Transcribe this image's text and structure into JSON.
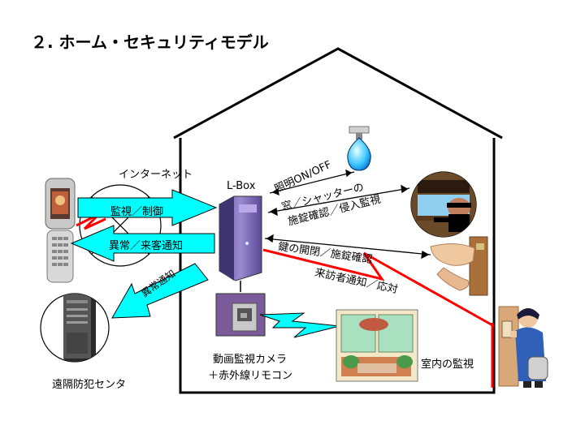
{
  "title": "２. ホーム・セキュリティモデル",
  "labels": {
    "internet": "インターネット",
    "lbox": "L-Box",
    "center": "遠隔防犯センタ",
    "camera_line1": "動画監視カメラ",
    "camera_line2": "＋赤外線リモコン",
    "indoor": "室内の監視"
  },
  "arrows": {
    "monitor_control": "監視／制御",
    "anomaly_visitor": "異常／来客通知",
    "anomaly_notice": "異常通知"
  },
  "links": {
    "lighting": "照明ON/OFF",
    "window_line1": "窓／シャッターの",
    "window_line2": "施錠確認／侵入監視",
    "key": "鍵の開閉／施錠確認",
    "visitor": "来訪者通知／応対"
  },
  "colors": {
    "arrow_fill": "#00ffff",
    "red_line": "#ff0000",
    "house_stroke": "#000000"
  },
  "icons": [
    "mobile-phone-icon",
    "server-tower-icon",
    "lbox-device-icon",
    "lightbulb-icon",
    "burglar-window-icon",
    "key-hand-icon",
    "visitor-person-icon",
    "camera-device-icon",
    "indoor-room-icon"
  ]
}
